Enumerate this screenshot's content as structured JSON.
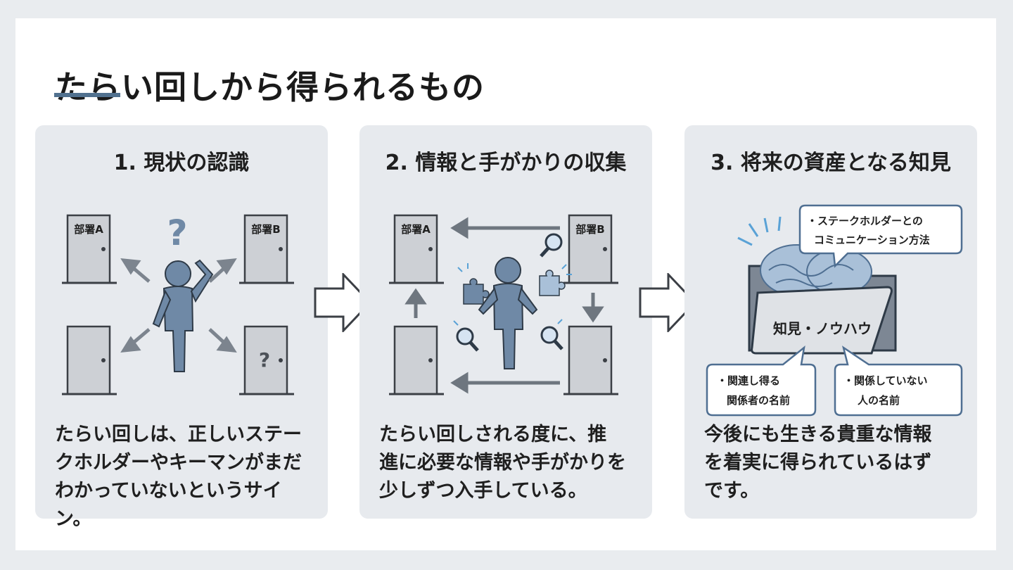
{
  "title": "たらい回しから得られるもの",
  "panels": [
    {
      "heading": "1. 現状の認識",
      "door_labels": [
        "部署A",
        "部署B"
      ],
      "mark": "?",
      "text_lines": [
        "たらい回しは、正しいステー",
        "クホルダーやキーマンがまだ",
        "わかっていないというサイン。"
      ]
    },
    {
      "heading": "2. 情報と手がかりの収集",
      "door_labels": [
        "部署A",
        "部署B"
      ],
      "text_lines": [
        "たらい回しされる度に、推",
        "進に必要な情報や手がかりを",
        "少しずつ入手している。"
      ]
    },
    {
      "heading": "3. 将来の資産となる知見",
      "folder_label": "知見・ノウハウ",
      "bubble_top": [
        "・ステークホルダーとの",
        "コミュニケーション方法"
      ],
      "bubble_left": [
        "・関連し得る",
        "関係者の名前"
      ],
      "bubble_right": [
        "・関係していない",
        "人の名前"
      ],
      "text_lines": [
        "今後にも生きる貴重な情報",
        "を着実に得られているはず",
        "です。"
      ]
    }
  ],
  "colors": {
    "accent": "#51718f",
    "figure": "#6f89a6",
    "door": "#cdd0d5",
    "panel": "#e7eaee"
  }
}
